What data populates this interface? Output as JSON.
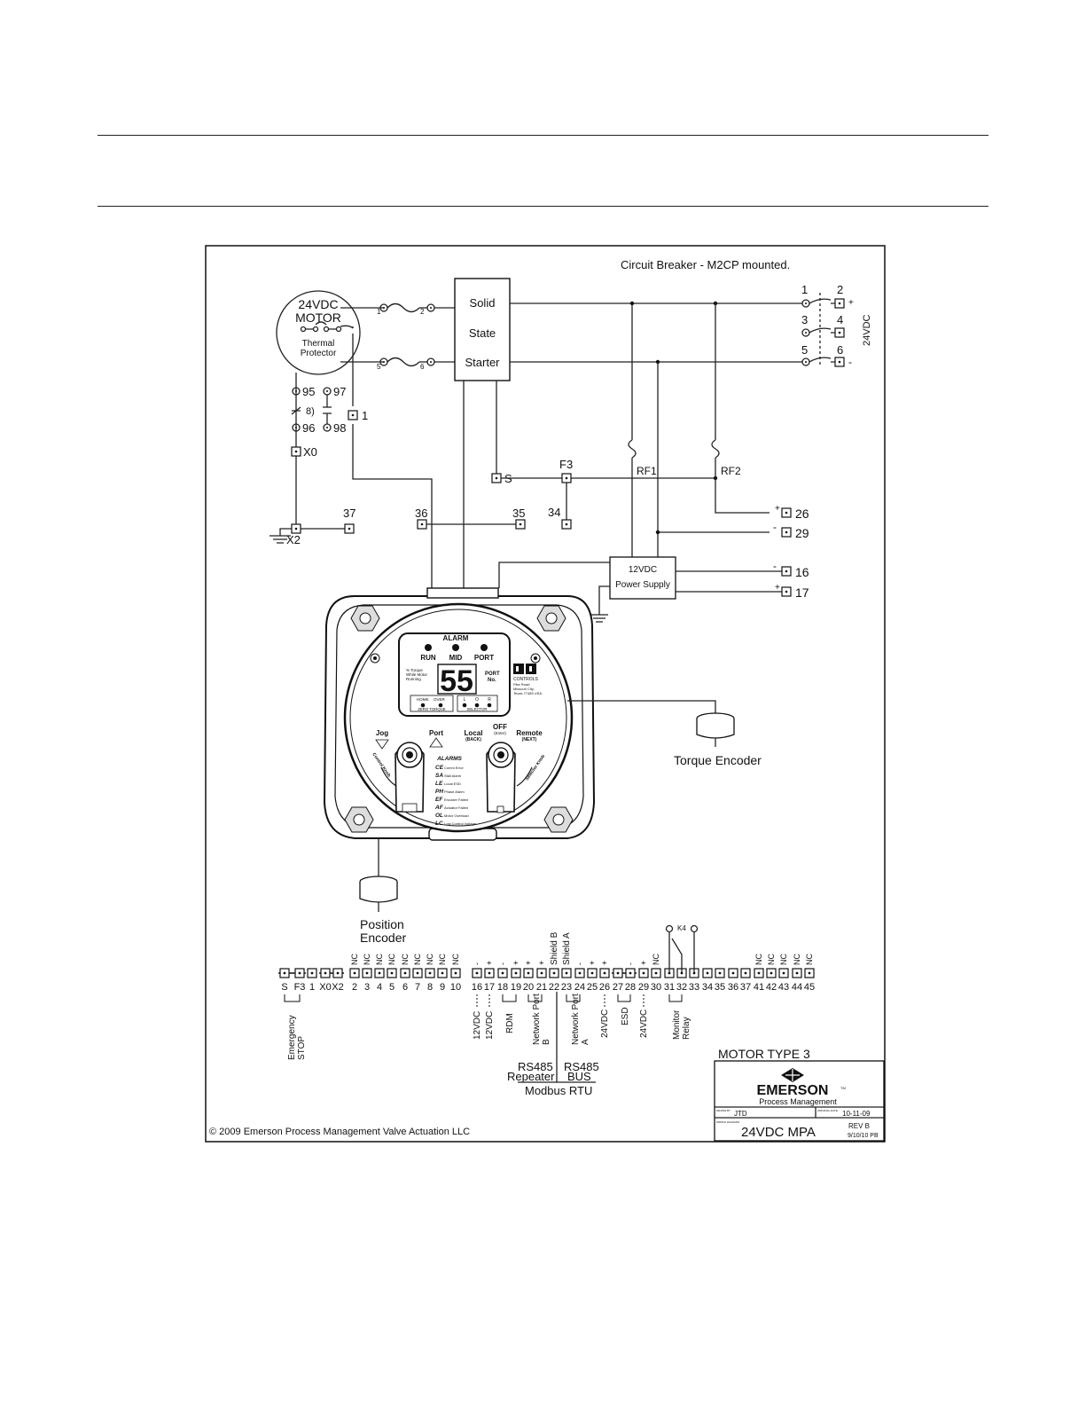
{
  "diagram": {
    "breaker_note": "Circuit Breaker - M2CP mounted.",
    "motor": {
      "line1": "24VDC",
      "line2": "MOTOR",
      "protector1": "Thermal",
      "protector2": "Protector"
    },
    "starter": {
      "line1": "Solid",
      "line2": "State",
      "line3": "Starter"
    },
    "power_supply": {
      "line1": "12VDC",
      "line2": "Power Supply"
    },
    "supply_voltage": "24VDC",
    "breaker_pins": [
      "1",
      "2",
      "3",
      "4",
      "5",
      "6"
    ],
    "fuses": {
      "f3": "F3",
      "rf1": "RF1",
      "rf2": "RF2"
    },
    "wire_numbers": {
      "w1": "1",
      "w2": "2",
      "w5": "5",
      "w6": "6"
    },
    "contacts": {
      "c95": "95",
      "c96": "96",
      "c97": "97",
      "c98": "98",
      "note": "8)",
      "x0": "X0",
      "x2": "X2",
      "t1": "1",
      "s": "S"
    },
    "node_labels": {
      "n37": "37",
      "n36": "36",
      "n35": "35",
      "n34": "34",
      "n26": "26",
      "n29": "29",
      "n16": "16",
      "n17": "17"
    },
    "signs": {
      "plus": "+",
      "minus": "-"
    },
    "torque_encoder": "Torque Encoder",
    "position_encoder": {
      "line1": "Position",
      "line2": "Encoder"
    },
    "device": {
      "alarm": "ALARM",
      "lamps": [
        "RUN",
        "MID",
        "PORT"
      ],
      "display_value": "55",
      "torque_note": [
        "% Torque",
        "While Motor",
        "Running"
      ],
      "port_no": [
        "PORT",
        "No."
      ],
      "indicators_left": [
        "HOME",
        "OVER"
      ],
      "indicators_left_label": "ZERO TORQUE",
      "indicators_right": [
        "L",
        "O",
        "R"
      ],
      "indicators_right_label": "SELECTOR",
      "brand": "CONTROLS",
      "address": [
        "Pike Road",
        "Missouri City,",
        "Texas 77489 USA"
      ],
      "knob_labels": {
        "jog": "Jog",
        "port": "Port",
        "local": "Local",
        "local_sub": "(BACK)",
        "off": "OFF",
        "off_sub": "(Enter)",
        "remote": "Remote",
        "remote_sub": "(NEXT)",
        "control_knob": "Control Knob",
        "selector_knob": "Selector Knob"
      },
      "alarms_title": "ALARMS",
      "alarms": [
        {
          "code": "CE",
          "text": "Comm Error"
        },
        {
          "code": "SA",
          "text": "Stall Alarm"
        },
        {
          "code": "LE",
          "text": "Local ESD"
        },
        {
          "code": "PH",
          "text": "Phase Alarm"
        },
        {
          "code": "EF",
          "text": "Encoder Failed"
        },
        {
          "code": "AF",
          "text": "Actuator Failed"
        },
        {
          "code": "OL",
          "text": "Motor Overload"
        },
        {
          "code": "LC",
          "text": "Lost Control Voltage"
        }
      ]
    },
    "terminals": {
      "numbers": [
        "S",
        "F3",
        "1",
        "X0",
        "X2",
        "2",
        "3",
        "4",
        "5",
        "6",
        "7",
        "8",
        "9",
        "10",
        "16",
        "17",
        "18",
        "19",
        "20",
        "21",
        "22",
        "23",
        "24",
        "25",
        "26",
        "27",
        "28",
        "29",
        "30",
        "31",
        "32",
        "33",
        "34",
        "35",
        "36",
        "37",
        "41",
        "42",
        "43",
        "44",
        "45"
      ],
      "top_labels": [
        "",
        "",
        "",
        "",
        "",
        "NC",
        "NC",
        "NC",
        "NC",
        "NC",
        "NC",
        "NC",
        "NC",
        "NC",
        "-",
        "+",
        "-",
        "+",
        "+",
        "+",
        "Shield B",
        "Shield A",
        "-",
        "+",
        "+",
        "",
        "-",
        "+",
        "NC",
        "",
        "",
        "",
        "",
        "",
        "",
        "",
        "NC",
        "NC",
        "NC",
        "NC",
        "NC"
      ],
      "relay_label": "K4",
      "groups": [
        "Emergency STOP",
        "12VDC",
        "12VDC",
        "RDM",
        "Network Port B",
        "Network Port A",
        "24VDC",
        "ESD",
        "24VDC",
        "Monitor Relay"
      ],
      "rs485_repeater": [
        "RS485",
        "Repeater"
      ],
      "rs485_bus": [
        "RS485",
        "BUS"
      ],
      "modbus": "Modbus RTU"
    },
    "title_block": {
      "motor_type": "MOTOR TYPE 3",
      "company": "EMERSON",
      "tm": "TM",
      "division": "Process Management",
      "drawn_label": "DRAWN BY",
      "drawn_by": "JTD",
      "date_label": "ORIGINAL DATE",
      "date": "10-11-09",
      "diagram_label": "WIRING DIAGRAM",
      "title": "24VDC MPA",
      "revision": "REV B",
      "rev_date": "9/10/10 PB"
    },
    "copyright": "© 2009 Emerson Process Management Valve Actuation LLC"
  }
}
